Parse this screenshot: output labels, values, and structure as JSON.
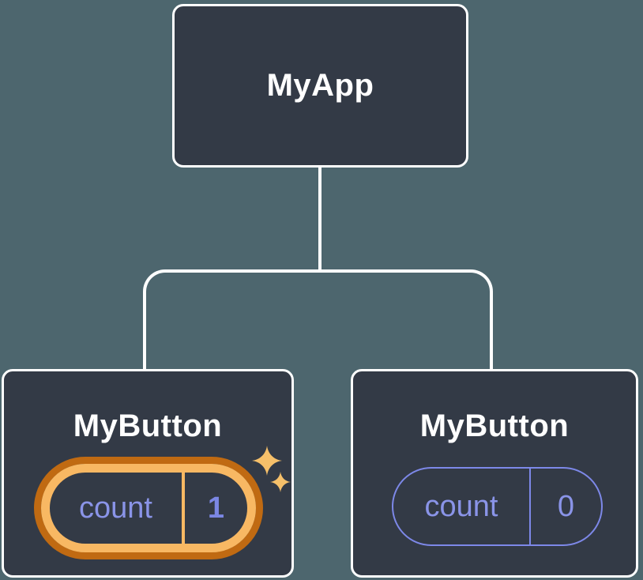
{
  "colors": {
    "background": "#4d666e",
    "node-fill": "#333a46",
    "node-border": "#ffffff",
    "node-text": "#ffffff",
    "connector": "#ffffff",
    "state-text": "#8a94e8",
    "state-value-text": "#7b87e4",
    "pill-border": "#7d88e8",
    "highlight-outer": "#c06a12",
    "highlight-inner": "#f8b863",
    "sparkle": "#f6c06a"
  },
  "diagram": {
    "root": {
      "label": "MyApp"
    },
    "children": [
      {
        "label": "MyButton",
        "highlighted": true,
        "state": {
          "name": "count",
          "value": "1"
        }
      },
      {
        "label": "MyButton",
        "highlighted": false,
        "state": {
          "name": "count",
          "value": "0"
        }
      }
    ]
  }
}
